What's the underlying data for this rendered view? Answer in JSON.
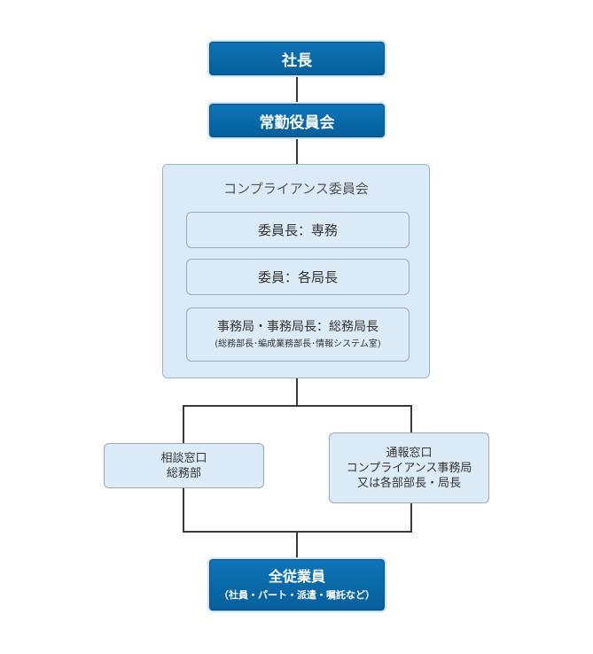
{
  "president": "社長",
  "executive_board": "常勤役員会",
  "committee": {
    "title": "コンプライアンス委員会",
    "chair": "委員長：専務",
    "members": "委員：各局長",
    "secretariat": "事務局・事務局長：総務局長",
    "secretariat_note": "(総務部長･編成業務部長･情報システム室)"
  },
  "consultation": {
    "line1": "相談窓口",
    "line2": "総務部"
  },
  "reporting": {
    "line1": "通報窓口",
    "line2": "コンプライアンス事務局",
    "line3": "又は各部部長・局長"
  },
  "all_employees": {
    "title": "全従業員",
    "note": "（社員・パート・派遣・嘱託など）"
  },
  "colors": {
    "dark_box": "#0a6aab",
    "light_box": "#dcebf8",
    "border": "#97abbd",
    "connector": "#3a3a3a"
  }
}
